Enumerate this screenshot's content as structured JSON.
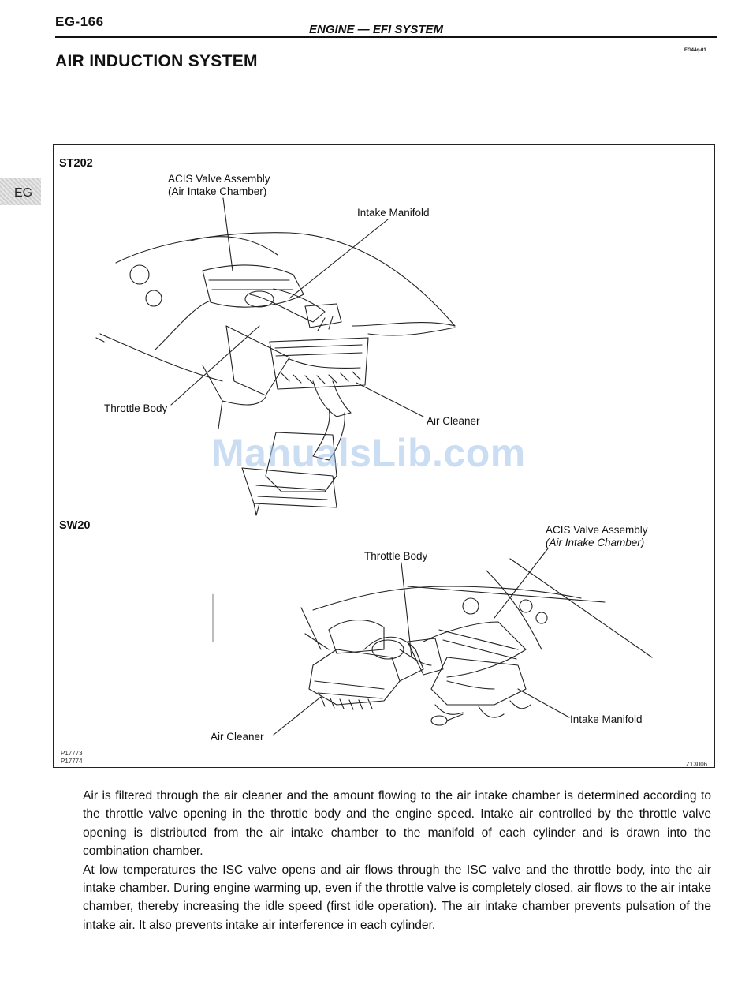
{
  "header": {
    "page_number": "EG-166",
    "title": "ENGINE — EFI SYSTEM",
    "ref_code": "EG44q-01"
  },
  "section": {
    "title": "AIR INDUCTION SYSTEM"
  },
  "side_tab": {
    "label": "EG"
  },
  "figure": {
    "st202": {
      "model": "ST202",
      "acis_line1": "ACIS Valve Assembly",
      "acis_line2": "(Air Intake Chamber)",
      "intake_manifold": "Intake Manifold",
      "throttle_body": "Throttle Body",
      "air_cleaner": "Air Cleaner"
    },
    "sw20": {
      "model": "SW20",
      "acis_line1": "ACIS Valve Assembly",
      "acis_line2": "(Air Intake Chamber)",
      "throttle_body": "Throttle Body",
      "intake_manifold": "Intake Manifold",
      "air_cleaner": "Air Cleaner"
    },
    "codes": {
      "p1": "P17773",
      "p2": "P17774",
      "z": "Z13006"
    }
  },
  "watermark": "ManualsLib.com",
  "body": {
    "paragraph1": "Air is filtered through the air cleaner and the amount flowing to the air intake chamber is determined according to the throttle valve opening in the throttle body and the engine speed. Intake air controlled by the throttle valve opening is distributed from the air intake chamber to the manifold of each cylinder and is drawn into the combination chamber.",
    "paragraph2": "At low temperatures the ISC valve opens and air flows through the ISC valve and the throttle body, into the air intake chamber. During engine warming up, even if the throttle valve is completely closed, air flows to the air intake chamber, thereby increasing the idle speed (first idle operation). The air intake chamber prevents pulsation of the intake air. It also prevents intake air interference in each cylinder."
  }
}
